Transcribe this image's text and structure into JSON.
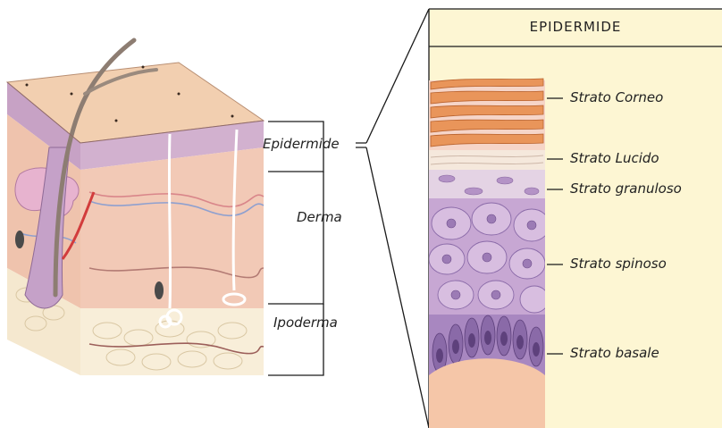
{
  "colors": {
    "panel_background": "#fdf6d3",
    "page_background": "#ffffff",
    "epidermis_surface": "#f1c9a7",
    "dermis": "#f0c6b4",
    "hypodermis": "#f7ecd6",
    "corneum_bands": "#e9955a",
    "basal_cells": "#8a6aa8",
    "spinous_cells": "#c7a7d3",
    "line_color": "#1a1a1a"
  },
  "block_labels": {
    "epidermide": "Epidermide",
    "derma": "Derma",
    "ipoderma": "Ipoderma"
  },
  "panel": {
    "title": "EPIDERMIDE",
    "layers": [
      {
        "label": "Strato Corneo"
      },
      {
        "label": "Strato Lucido"
      },
      {
        "label": "Strato granuloso"
      },
      {
        "label": "Strato spinoso"
      },
      {
        "label": "Strato basale"
      }
    ]
  }
}
